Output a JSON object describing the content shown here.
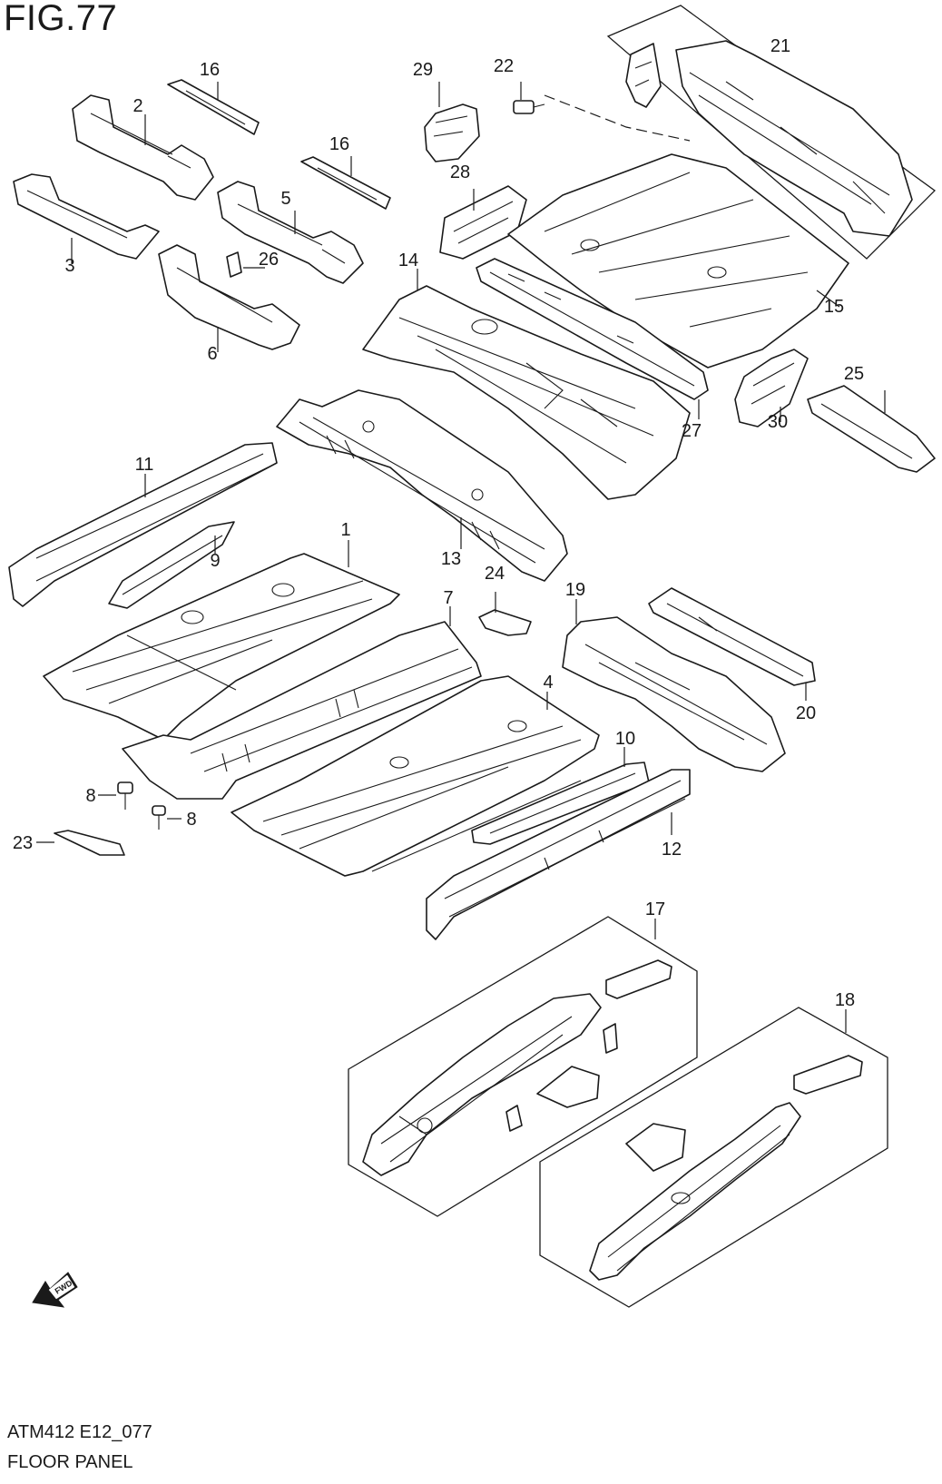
{
  "figure": {
    "title": "FIG.77",
    "code": "ATM412 E12_077",
    "name": "FLOOR PANEL",
    "fwd_label": "FWD"
  },
  "callouts": [
    {
      "id": "c1",
      "label": "1"
    },
    {
      "id": "c2",
      "label": "2"
    },
    {
      "id": "c3",
      "label": "3"
    },
    {
      "id": "c4",
      "label": "4"
    },
    {
      "id": "c5",
      "label": "5"
    },
    {
      "id": "c6",
      "label": "6"
    },
    {
      "id": "c7",
      "label": "7"
    },
    {
      "id": "c8a",
      "label": "8"
    },
    {
      "id": "c8b",
      "label": "8"
    },
    {
      "id": "c9",
      "label": "9"
    },
    {
      "id": "c10",
      "label": "10"
    },
    {
      "id": "c11",
      "label": "11"
    },
    {
      "id": "c12",
      "label": "12"
    },
    {
      "id": "c13",
      "label": "13"
    },
    {
      "id": "c14",
      "label": "14"
    },
    {
      "id": "c15",
      "label": "15"
    },
    {
      "id": "c16a",
      "label": "16"
    },
    {
      "id": "c16b",
      "label": "16"
    },
    {
      "id": "c17",
      "label": "17"
    },
    {
      "id": "c18",
      "label": "18"
    },
    {
      "id": "c19",
      "label": "19"
    },
    {
      "id": "c20",
      "label": "20"
    },
    {
      "id": "c21",
      "label": "21"
    },
    {
      "id": "c22",
      "label": "22"
    },
    {
      "id": "c23",
      "label": "23"
    },
    {
      "id": "c24",
      "label": "24"
    },
    {
      "id": "c25",
      "label": "25"
    },
    {
      "id": "c26",
      "label": "26"
    },
    {
      "id": "c27",
      "label": "27"
    },
    {
      "id": "c28",
      "label": "28"
    },
    {
      "id": "c29",
      "label": "29"
    },
    {
      "id": "c30",
      "label": "30"
    }
  ]
}
